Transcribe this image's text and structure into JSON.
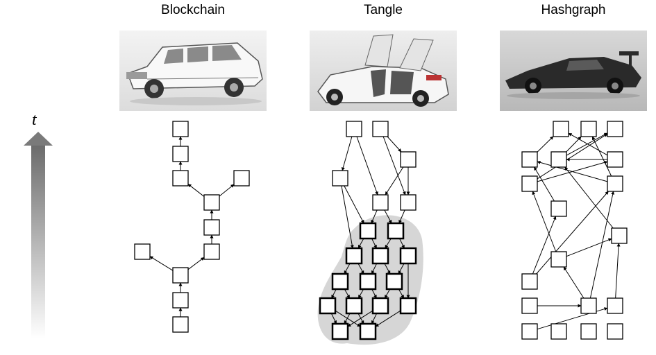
{
  "axis_label": "t",
  "columns": [
    {
      "title": "Blockchain",
      "image": "white-station-wagon-photo"
    },
    {
      "title": "Tangle",
      "image": "white-gullwing-suv-photo"
    },
    {
      "title": "Hashgraph",
      "image": "dark-supercar-photo"
    }
  ],
  "colors": {
    "highlight": "#d4d4d4",
    "stroke": "#000000",
    "axis_top": "#6f6f6f"
  }
}
